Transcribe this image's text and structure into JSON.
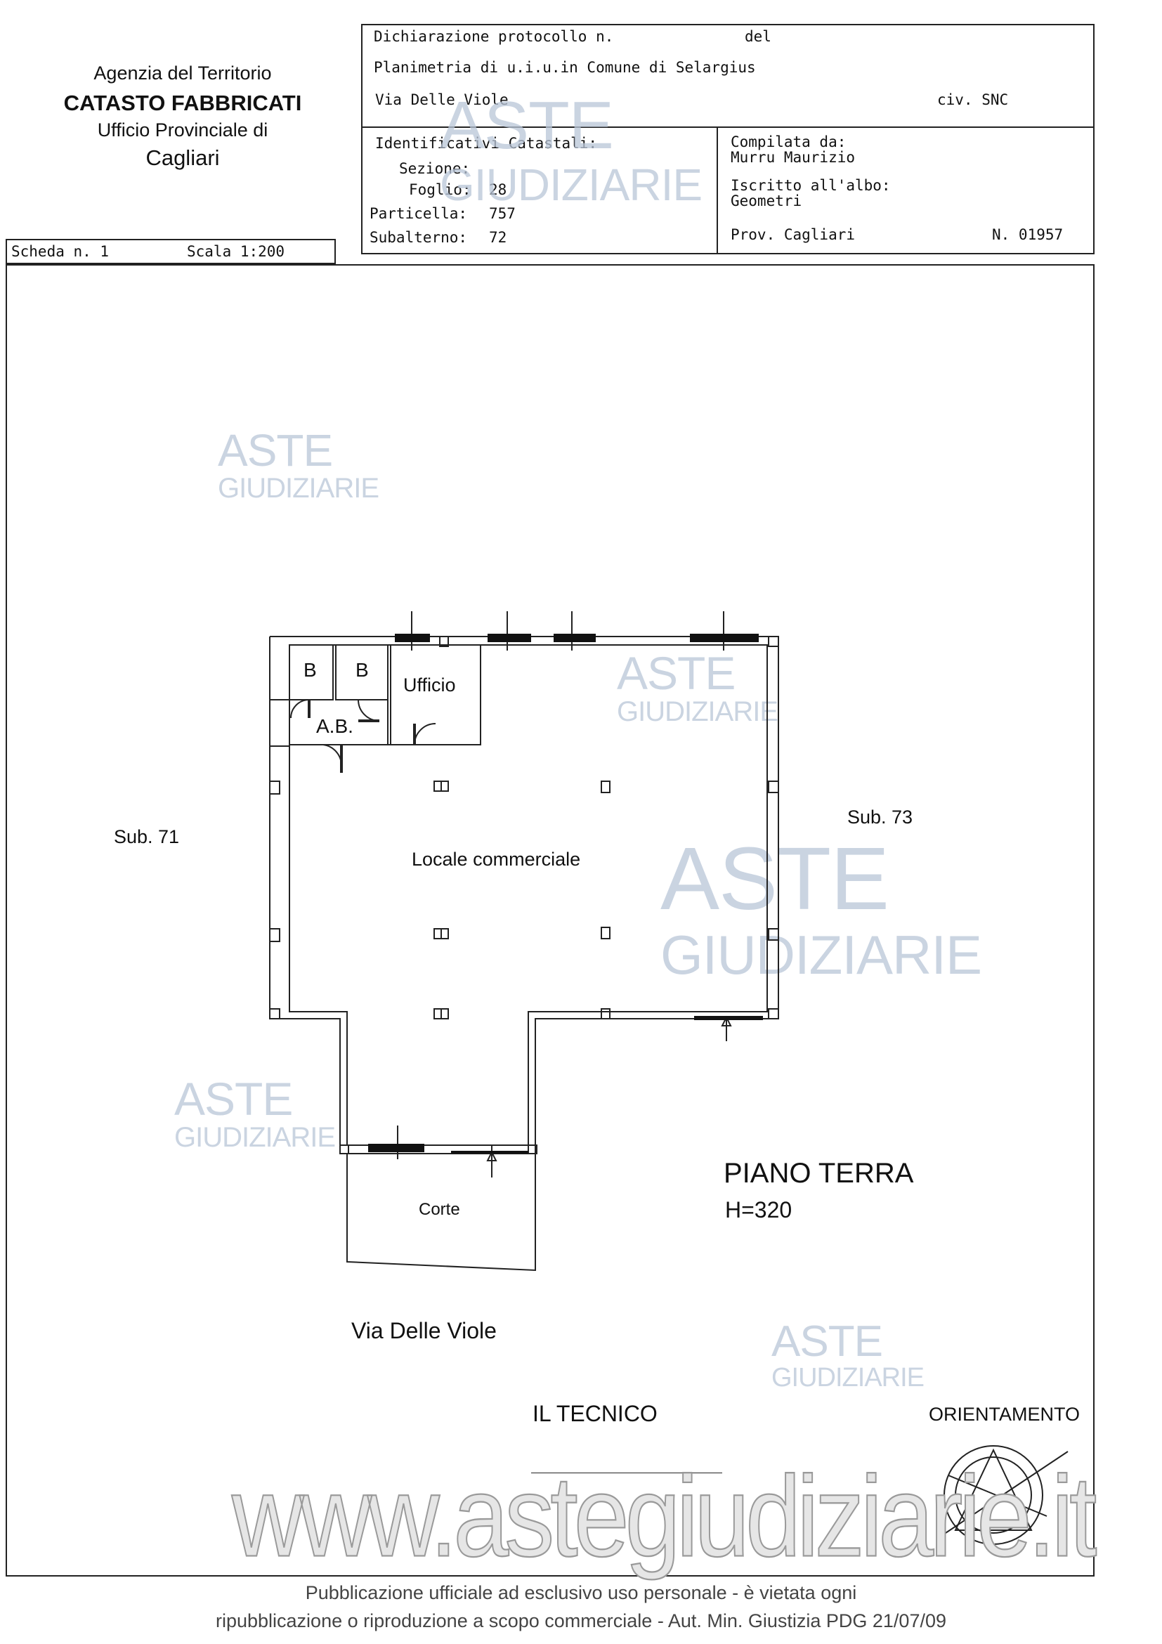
{
  "agency": {
    "line1": "Agenzia del Territorio",
    "line2": "CATASTO FABBRICATI",
    "line3": "Ufficio Provinciale di",
    "line4": "Cagliari"
  },
  "header": {
    "protocol_label": "Dichiarazione protocollo n.",
    "protocol_del": "del",
    "planimetria": "Planimetria di u.i.u.in Comune di Selargius",
    "street": "Via Delle Viole",
    "civ": "civ. SNC"
  },
  "identificativi": {
    "title": "Identificativi Catastali:",
    "sezione_label": "Sezione:",
    "foglio_label": "Foglio:",
    "foglio_value": "28",
    "particella_label": "Particella:",
    "particella_value": "757",
    "subalterno_label": "Subalterno:",
    "subalterno_value": "72"
  },
  "compilata": {
    "title": "Compilata da:",
    "name": "Murru Maurizio",
    "albo_label": "Iscritto all'albo:",
    "albo_value": "Geometri",
    "prov": "Prov. Cagliari",
    "number": "N. 01957"
  },
  "scheda": {
    "label": "Scheda n. 1",
    "scale": "Scala 1:200"
  },
  "plan": {
    "room_b1": "B",
    "room_b2": "B",
    "room_ufficio": "Ufficio",
    "room_ab": "A.B.",
    "room_locale": "Locale commerciale",
    "room_corte": "Corte",
    "neighbor_left": "Sub. 71",
    "neighbor_right": "Sub. 73",
    "street_label": "Via Delle Viole",
    "floor_title": "PIANO TERRA",
    "height": "H=320"
  },
  "signature": {
    "tecnico": "IL TECNICO",
    "orientamento": "ORIENTAMENTO"
  },
  "watermark": {
    "aste": "ASTE",
    "giudiziarie": "GIUDIZIARIE",
    "site": "www.astegiudiziarie.it"
  },
  "footer": {
    "line1": "Pubblicazione ufficiale ad esclusivo uso personale - è vietata ogni",
    "line2": "ripubblicazione o riproduzione a scopo commerciale - Aut. Min. Giustizia PDG 21/07/09"
  }
}
